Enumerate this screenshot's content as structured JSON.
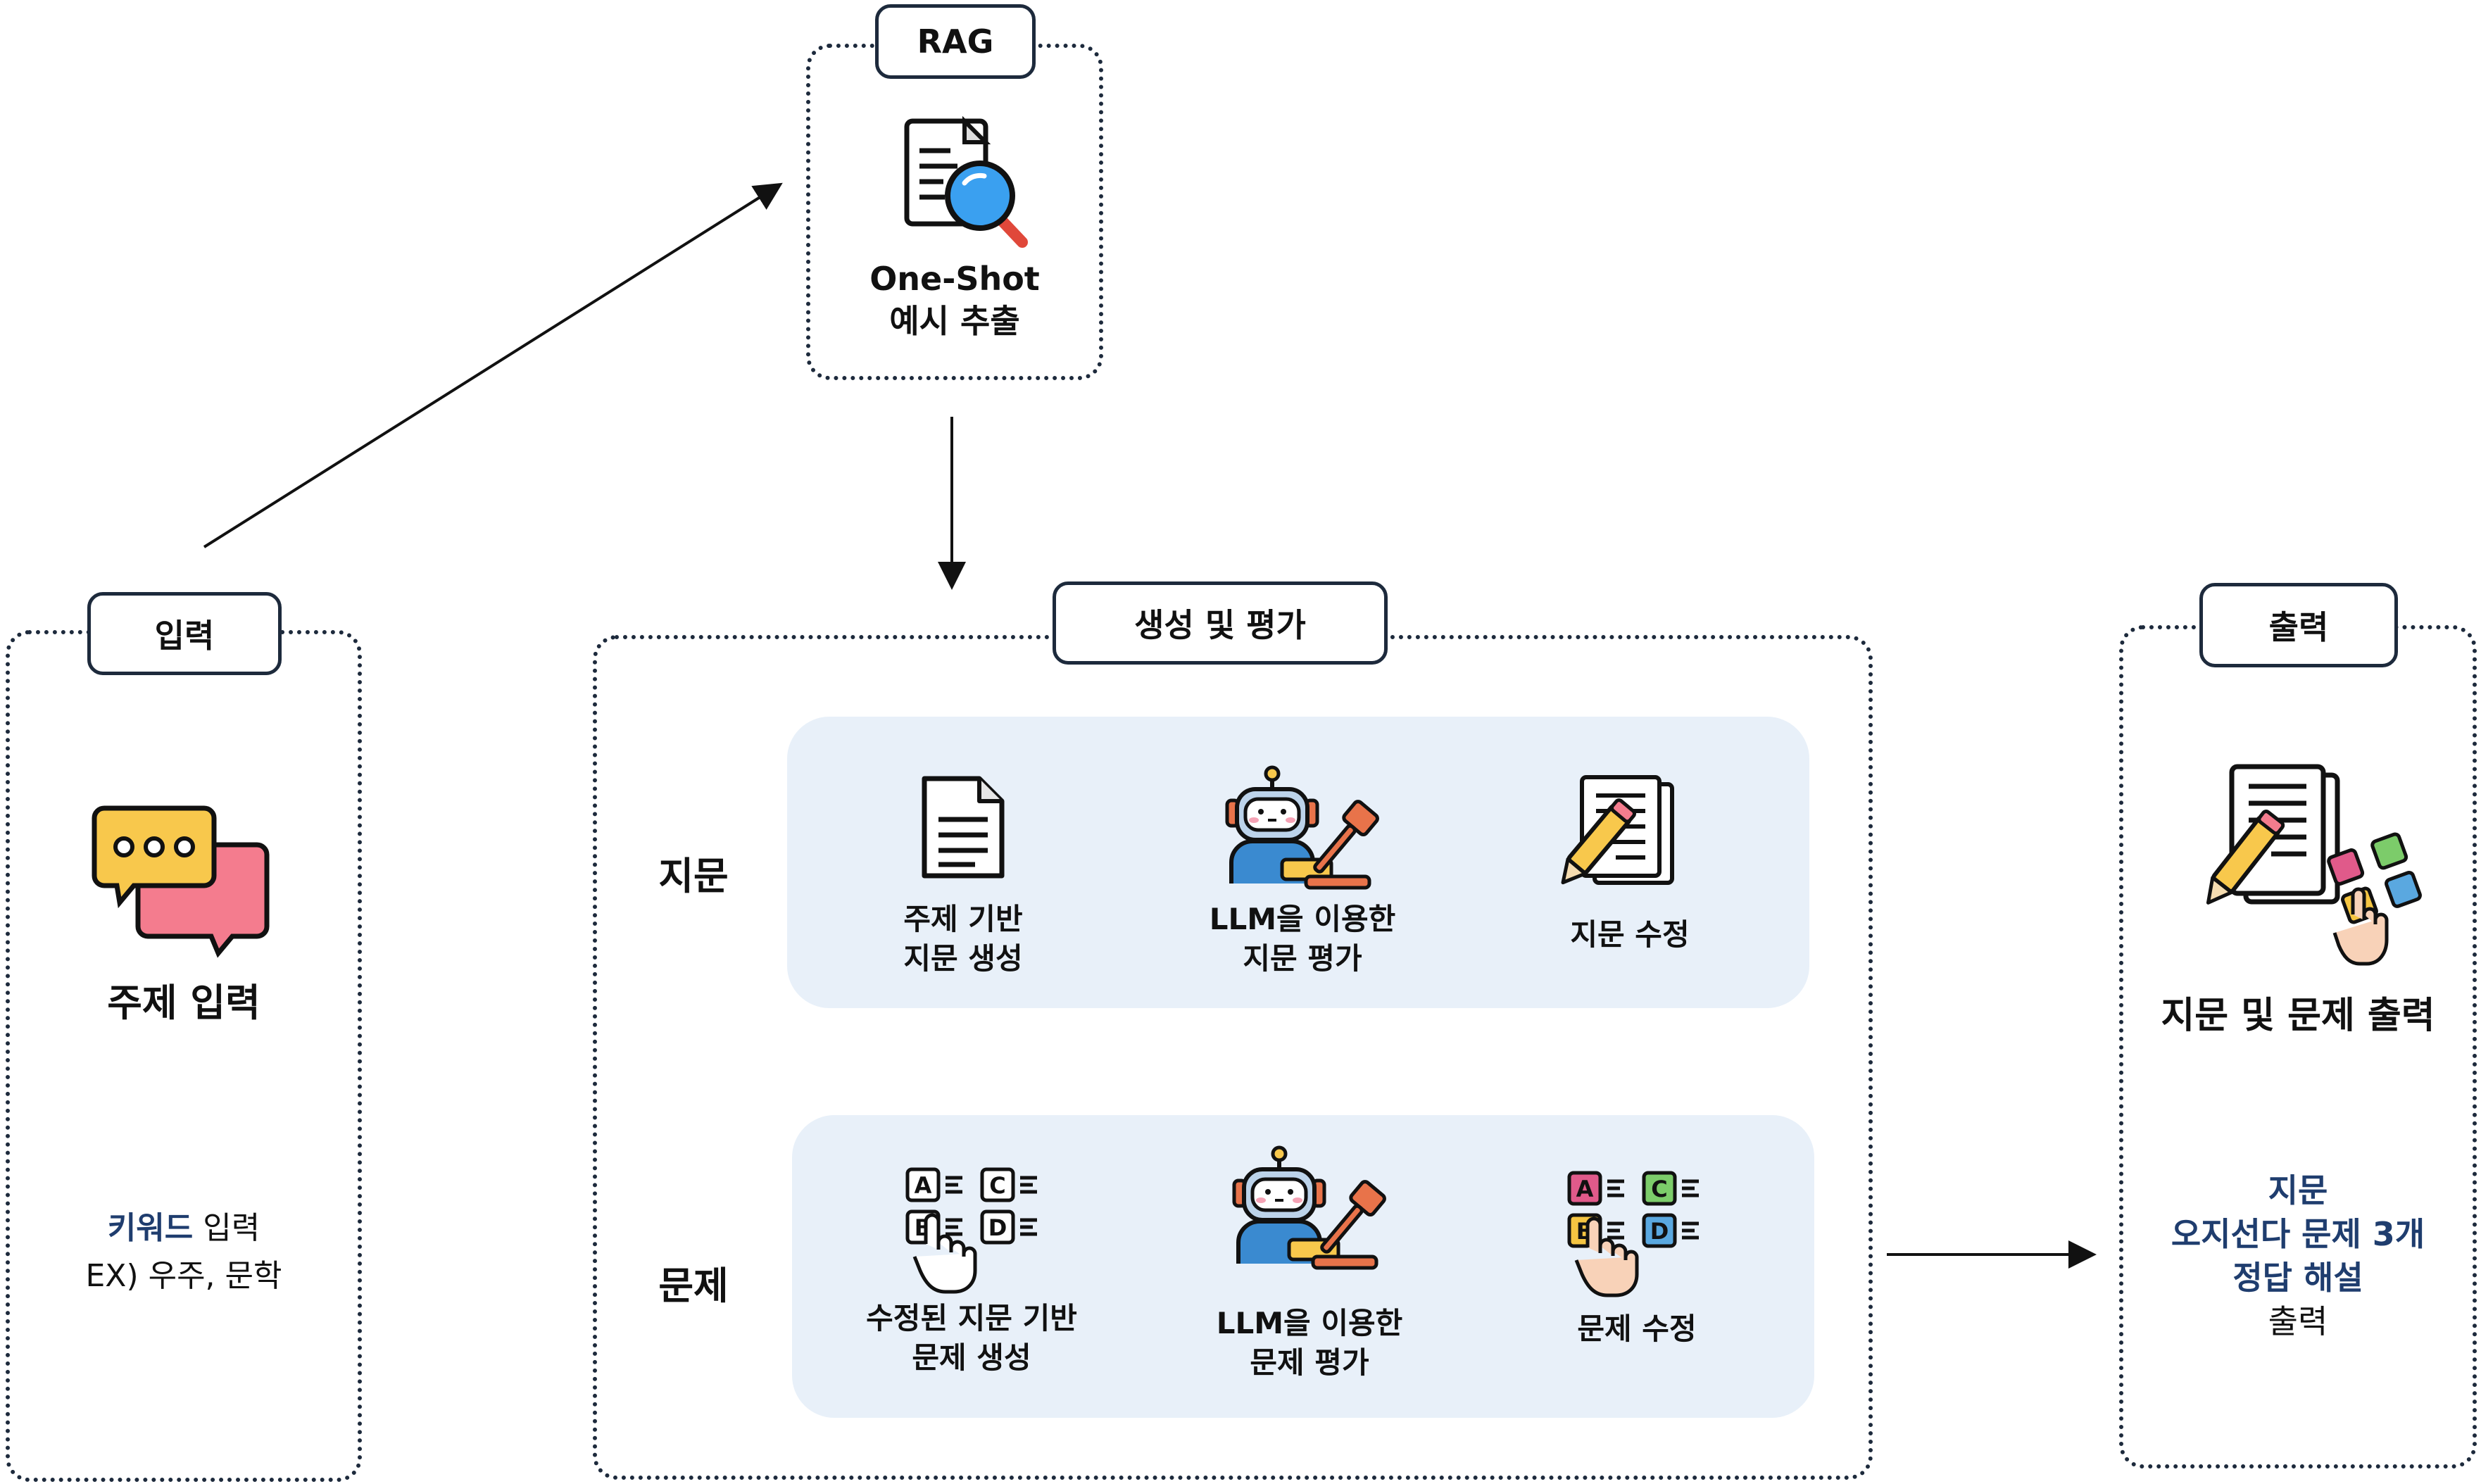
{
  "rag": {
    "tag": "RAG",
    "label_line1": "One-Shot",
    "label_line2": "예시 추출"
  },
  "input": {
    "tag": "입력",
    "title": "주제 입력",
    "keyword": "키워드",
    "keyword_suffix": " 입력",
    "example": "EX) 우주, 문학"
  },
  "generation": {
    "tag": "생성 및 평가",
    "passage_row": {
      "label": "지문",
      "steps": [
        {
          "line1": "주제 기반",
          "line2": "지문 생성"
        },
        {
          "line1": "LLM을 이용한",
          "line2": "지문 평가"
        },
        {
          "line1": "지문 수정",
          "line2": ""
        }
      ]
    },
    "question_row": {
      "label": "문제",
      "steps": [
        {
          "line1": "수정된 지문 기반",
          "line2": "문제 생성"
        },
        {
          "line1": "LLM을 이용한",
          "line2": "문제 평가"
        },
        {
          "line1": "문제 수정",
          "line2": ""
        }
      ]
    }
  },
  "output": {
    "tag": "출력",
    "title": "지문 및 문제 출력",
    "line1": "지문",
    "line2": "오지선다 문제 3개",
    "line3": "정답 해설",
    "line4": "출력"
  },
  "choice_letters": [
    "A",
    "B",
    "C",
    "D"
  ],
  "colors": {
    "navy": "#1f3d6e",
    "panel": "#e8f0f9",
    "arrow_dash": "#1f3d6e",
    "choice_a": "#e05a8a",
    "choice_b": "#f5c542",
    "choice_c": "#7ccc6a",
    "choice_d": "#5aa8e0"
  }
}
